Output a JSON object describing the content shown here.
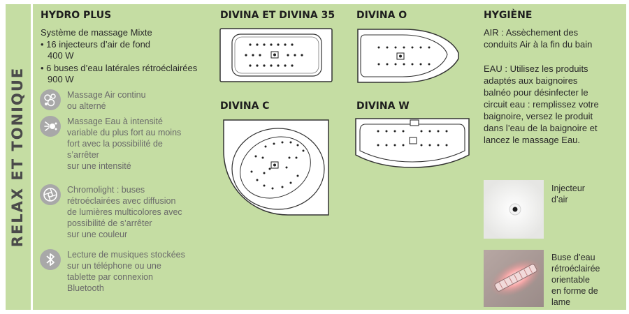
{
  "side_title": "RELAX ET TONIQUE",
  "hydro": {
    "title": "HYDRO PLUS",
    "subtitle": "Système de massage Mixte",
    "bullet1": "• 16 injecteurs d’air de fond",
    "bullet1_sub": "400 W",
    "bullet2": "• 6 buses d’eau latérales rétroéclairées",
    "bullet2_sub": "900 W",
    "features": [
      {
        "icon": "air-bubbles-icon",
        "lines": [
          "Massage Air continu",
          "ou alterné"
        ]
      },
      {
        "icon": "water-jet-icon",
        "lines": [
          "Massage Eau à intensité",
          "variable du plus fort au moins",
          "fort avec la possibilité de",
          "s’arrêter",
          "sur une intensité"
        ]
      },
      {
        "icon": "chromolight-icon",
        "lines": [
          "Chromolight : buses",
          "rétroéclairées avec diffusion",
          "de lumières multicolores avec",
          "possibilité de s’arrêter",
          "sur une couleur"
        ]
      },
      {
        "icon": "bluetooth-icon",
        "lines": [
          "Lecture de musiques stockées",
          "sur un téléphone ou une",
          "tablette par connexion",
          "Bluetooth"
        ]
      }
    ]
  },
  "tubs": {
    "divina_35": "DIVINA ET DIVINA 35",
    "divina_o": "DIVINA O",
    "divina_c": "DIVINA C",
    "divina_w": "DIVINA W"
  },
  "hygiene": {
    "title": "HYGIÈNE",
    "air_lines": [
      "AIR : Assèchement des",
      "conduits Air à la fin du bain"
    ],
    "eau_lines": [
      "EAU : Utilisez les produits",
      "adaptés aux baignoires",
      "balnéo pour désinfecter le",
      "circuit eau : remplissez votre",
      "baignoire, versez le produit",
      "dans l’eau de la baignoire et",
      "lancez le massage Eau."
    ]
  },
  "parts": {
    "injector_lines": [
      "Injecteur",
      "d’air"
    ],
    "nozzle_lines": [
      "Buse d’eau",
      "rétroéclairée",
      "orientable",
      "en forme de",
      "lame"
    ]
  },
  "colors": {
    "panel": "#c5dda3",
    "text": "#2a2a2a",
    "icon": "#a8a8a8",
    "side_title": "#4a4a4a"
  }
}
